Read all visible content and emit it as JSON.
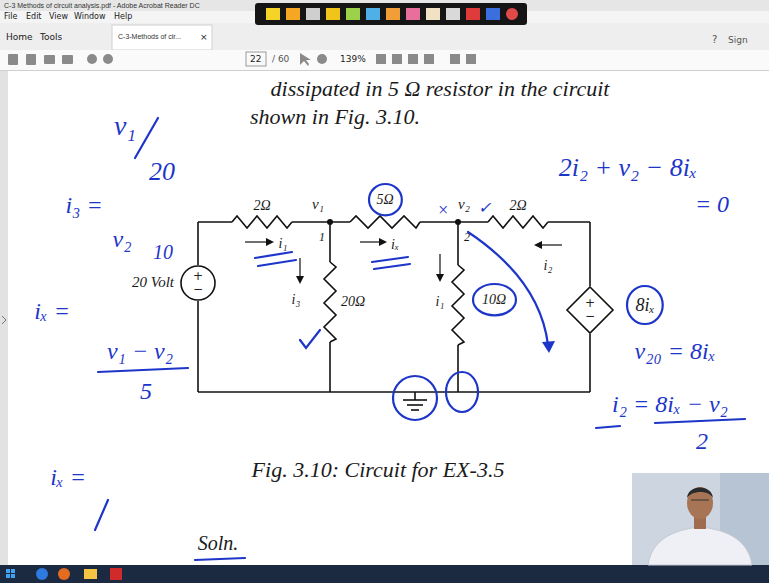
{
  "diagram": {
    "caption": "Fig. 3.10: Circuit for EX-3.5",
    "nodes": [
      {
        "text": [
          "5Ω"
        ]
      },
      {
        "text": [
          "20 Volt",
          "+",
          "−"
        ]
      },
      {
        "text": [
          "10Ω"
        ]
      },
      {
        "text": [
          "+",
          "−"
        ]
      },
      {
        "text": [
          "8iₓ"
        ]
      }
    ],
    "labels": [
      "C-3 Methods of circuit analysis.pdf - Adobe Acrobat Reader DC",
      "File",
      "Edit",
      "View",
      "Window",
      "Help",
      "Home",
      "Tools",
      "C-3-Methods of cir...",
      "×",
      "?",
      "Sign",
      "22",
      "/ 60",
      "139%",
      "dissipated in 5 Ω resistor in the circuit",
      "shown in Fig. 3.10.",
      "2Ω",
      "v₁",
      "1",
      "i₁",
      "i₃",
      "20Ω",
      "iₓ",
      "v₂",
      "2",
      "i₁",
      "2Ω",
      "i₂",
      "Soln.",
      "v₁",
      "20",
      "i₃ =",
      "v₂",
      "10",
      "iₓ =",
      "v₁ − v₂",
      "5",
      "iₓ =",
      "2i₂ + v₂ − 8iₓ",
      "= 0",
      "v₂₀ = 8iₓ",
      "i₂ = 8iₓ − v₂",
      "2",
      "✓",
      "×"
    ]
  }
}
